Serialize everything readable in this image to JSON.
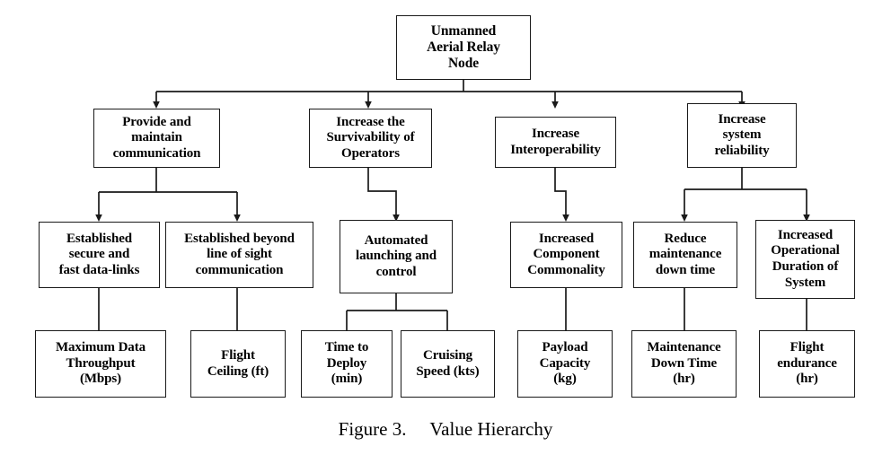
{
  "figure": {
    "caption_label": "Figure 3.",
    "caption_title": "Value Hierarchy",
    "caption_full": "Figure 3.  Value Hierarchy"
  },
  "colors": {
    "box_border": "#1a1a1a",
    "box_fill": "#ffffff",
    "connector": "#1a1a1a",
    "text": "#000000",
    "background": "#ffffff"
  },
  "chart_data": {
    "type": "diagram",
    "diagram_type": "tree-hierarchy",
    "title": "Value Hierarchy",
    "orientation": "top-down",
    "levels": 4
  },
  "tree": {
    "root": {
      "id": "root",
      "label": "Unmanned Aerial Relay Node",
      "lines": [
        "Unmanned",
        "Aerial Relay",
        "Node"
      ]
    },
    "objectives": [
      {
        "id": "obj-communication",
        "label": "Provide and maintain communication",
        "lines": [
          "Provide and",
          "maintain",
          "communication"
        ]
      },
      {
        "id": "obj-survivability",
        "label": "Increase the Survivability of Operators",
        "lines": [
          "Increase the",
          "Survivability of",
          "Operators"
        ]
      },
      {
        "id": "obj-interoperability",
        "label": "Increase Interoperability",
        "lines": [
          "Increase",
          "Interoperability"
        ]
      },
      {
        "id": "obj-reliability",
        "label": "Increase system reliability",
        "lines": [
          "Increase",
          "system",
          "reliability"
        ]
      }
    ],
    "subobjectives": [
      {
        "id": "sub-secure-datalinks",
        "parent": "obj-communication",
        "label": "Established secure and fast data-links",
        "lines": [
          "Established",
          "secure and",
          "fast data-links"
        ]
      },
      {
        "id": "sub-blos-communication",
        "parent": "obj-communication",
        "label": "Established beyond line of sight communication",
        "lines": [
          "Established beyond",
          "line of sight",
          "communication"
        ]
      },
      {
        "id": "sub-automated-launch",
        "parent": "obj-survivability",
        "label": "Automated launching and control",
        "lines": [
          "Automated",
          "launching and",
          "control"
        ]
      },
      {
        "id": "sub-component-commonality",
        "parent": "obj-interoperability",
        "label": "Increased Component Commonality",
        "lines": [
          "Increased",
          "Component",
          "Commonality"
        ]
      },
      {
        "id": "sub-reduce-maintenance",
        "parent": "obj-reliability",
        "label": "Reduce maintenance down time",
        "lines": [
          "Reduce",
          "maintenance",
          "down time"
        ]
      },
      {
        "id": "sub-operational-duration",
        "parent": "obj-reliability",
        "label": "Increased Operational Duration of System",
        "lines": [
          "Increased",
          "Operational",
          "Duration of",
          "System"
        ]
      }
    ],
    "measures": [
      {
        "id": "measure-data-throughput",
        "parent": "sub-secure-datalinks",
        "label": "Maximum Data Throughput (Mbps)",
        "lines": [
          "Maximum Data",
          "Throughput",
          "(Mbps)"
        ],
        "unit": "Mbps"
      },
      {
        "id": "measure-flight-ceiling",
        "parent": "sub-blos-communication",
        "label": "Flight Ceiling (ft)",
        "lines": [
          "Flight",
          "Ceiling (ft)"
        ],
        "unit": "ft"
      },
      {
        "id": "measure-time-to-deploy",
        "parent": "sub-automated-launch",
        "label": "Time to Deploy (min)",
        "lines": [
          "Time to",
          "Deploy",
          "(min)"
        ],
        "unit": "min"
      },
      {
        "id": "measure-cruising-speed",
        "parent": "sub-automated-launch",
        "label": "Cruising Speed (kts)",
        "lines": [
          "Cruising",
          "Speed (kts)"
        ],
        "unit": "kts"
      },
      {
        "id": "measure-payload-capacity",
        "parent": "sub-component-commonality",
        "label": "Payload Capacity (kg)",
        "lines": [
          "Payload",
          "Capacity",
          "(kg)"
        ],
        "unit": "kg"
      },
      {
        "id": "measure-maintenance-down-time",
        "parent": "sub-reduce-maintenance",
        "label": "Maintenance Down Time (hr)",
        "lines": [
          "Maintenance",
          "Down Time",
          "(hr)"
        ],
        "unit": "hr"
      },
      {
        "id": "measure-flight-endurance",
        "parent": "sub-operational-duration",
        "label": "Flight endurance (hr)",
        "lines": [
          "Flight",
          "endurance",
          "(hr)"
        ],
        "unit": "hr"
      }
    ]
  }
}
